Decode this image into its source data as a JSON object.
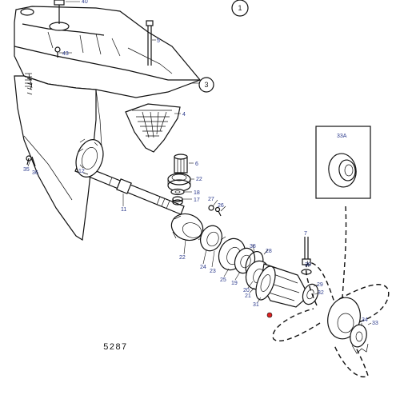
{
  "diagram": {
    "drawing_number": "5287",
    "circled_refs": {
      "r1": "1",
      "r3": "3"
    },
    "labels": {
      "p40": "40",
      "p5": "5",
      "p43": "43",
      "p4": "4",
      "p35": "35",
      "p36": "36",
      "p12": "12",
      "p6": "6",
      "p22a": "22",
      "p18": "18",
      "p17": "17",
      "p11": "11",
      "p27": "27",
      "p26": "26",
      "p22b": "22",
      "p24": "24",
      "p23": "23",
      "p25": "25",
      "p19": "19",
      "p38": "38",
      "p28": "28",
      "p20": "20",
      "p21": "21",
      "p31": "31",
      "p7": "7",
      "p30": "30",
      "p29": "29",
      "p32": "32",
      "p34": "34",
      "p33": "33",
      "p33A": "33A"
    }
  }
}
